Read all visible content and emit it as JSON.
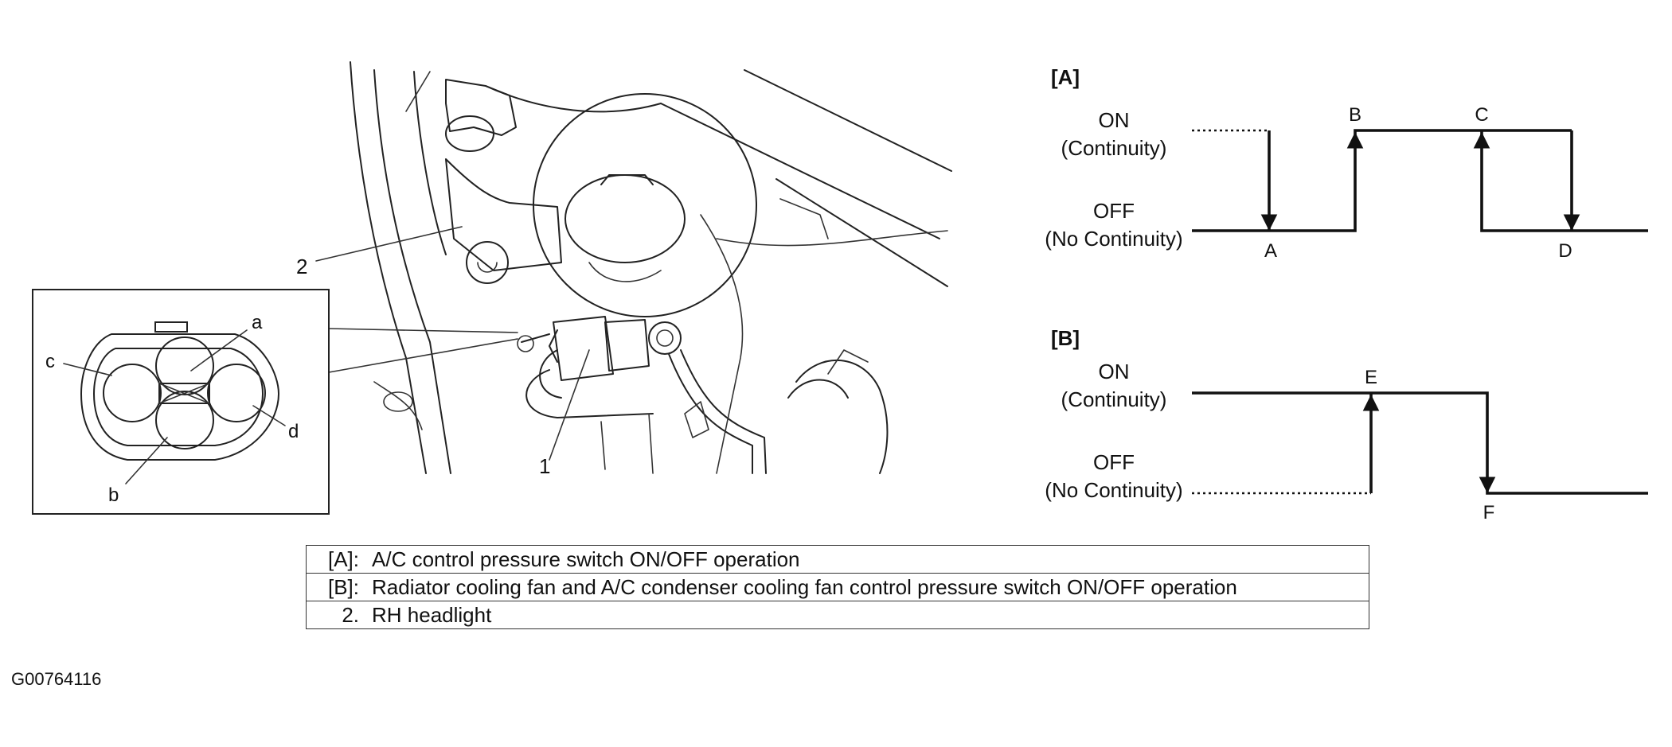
{
  "diagram": {
    "callouts": {
      "sensor_location": "1",
      "headlight": "2"
    },
    "connector_pins": [
      "a",
      "b",
      "c",
      "d"
    ],
    "graph_A": {
      "tag": "[A]",
      "on_label": [
        "ON",
        "(Continuity)"
      ],
      "off_label": [
        "OFF",
        "(No Continuity)"
      ],
      "points": [
        "A",
        "B",
        "C",
        "D"
      ]
    },
    "graph_B": {
      "tag": "[B]",
      "on_label": [
        "ON",
        "(Continuity)"
      ],
      "off_label": [
        "OFF",
        "(No Continuity)"
      ],
      "points": [
        "E",
        "F"
      ]
    }
  },
  "legend": [
    {
      "key": "[A]:",
      "text": "A/C control pressure switch ON/OFF operation"
    },
    {
      "key": "[B]:",
      "text": "Radiator cooling fan and A/C condenser cooling fan control pressure switch ON/OFF operation"
    },
    {
      "key": "2.",
      "text": "RH headlight"
    }
  ],
  "figure_id": "G00764116"
}
